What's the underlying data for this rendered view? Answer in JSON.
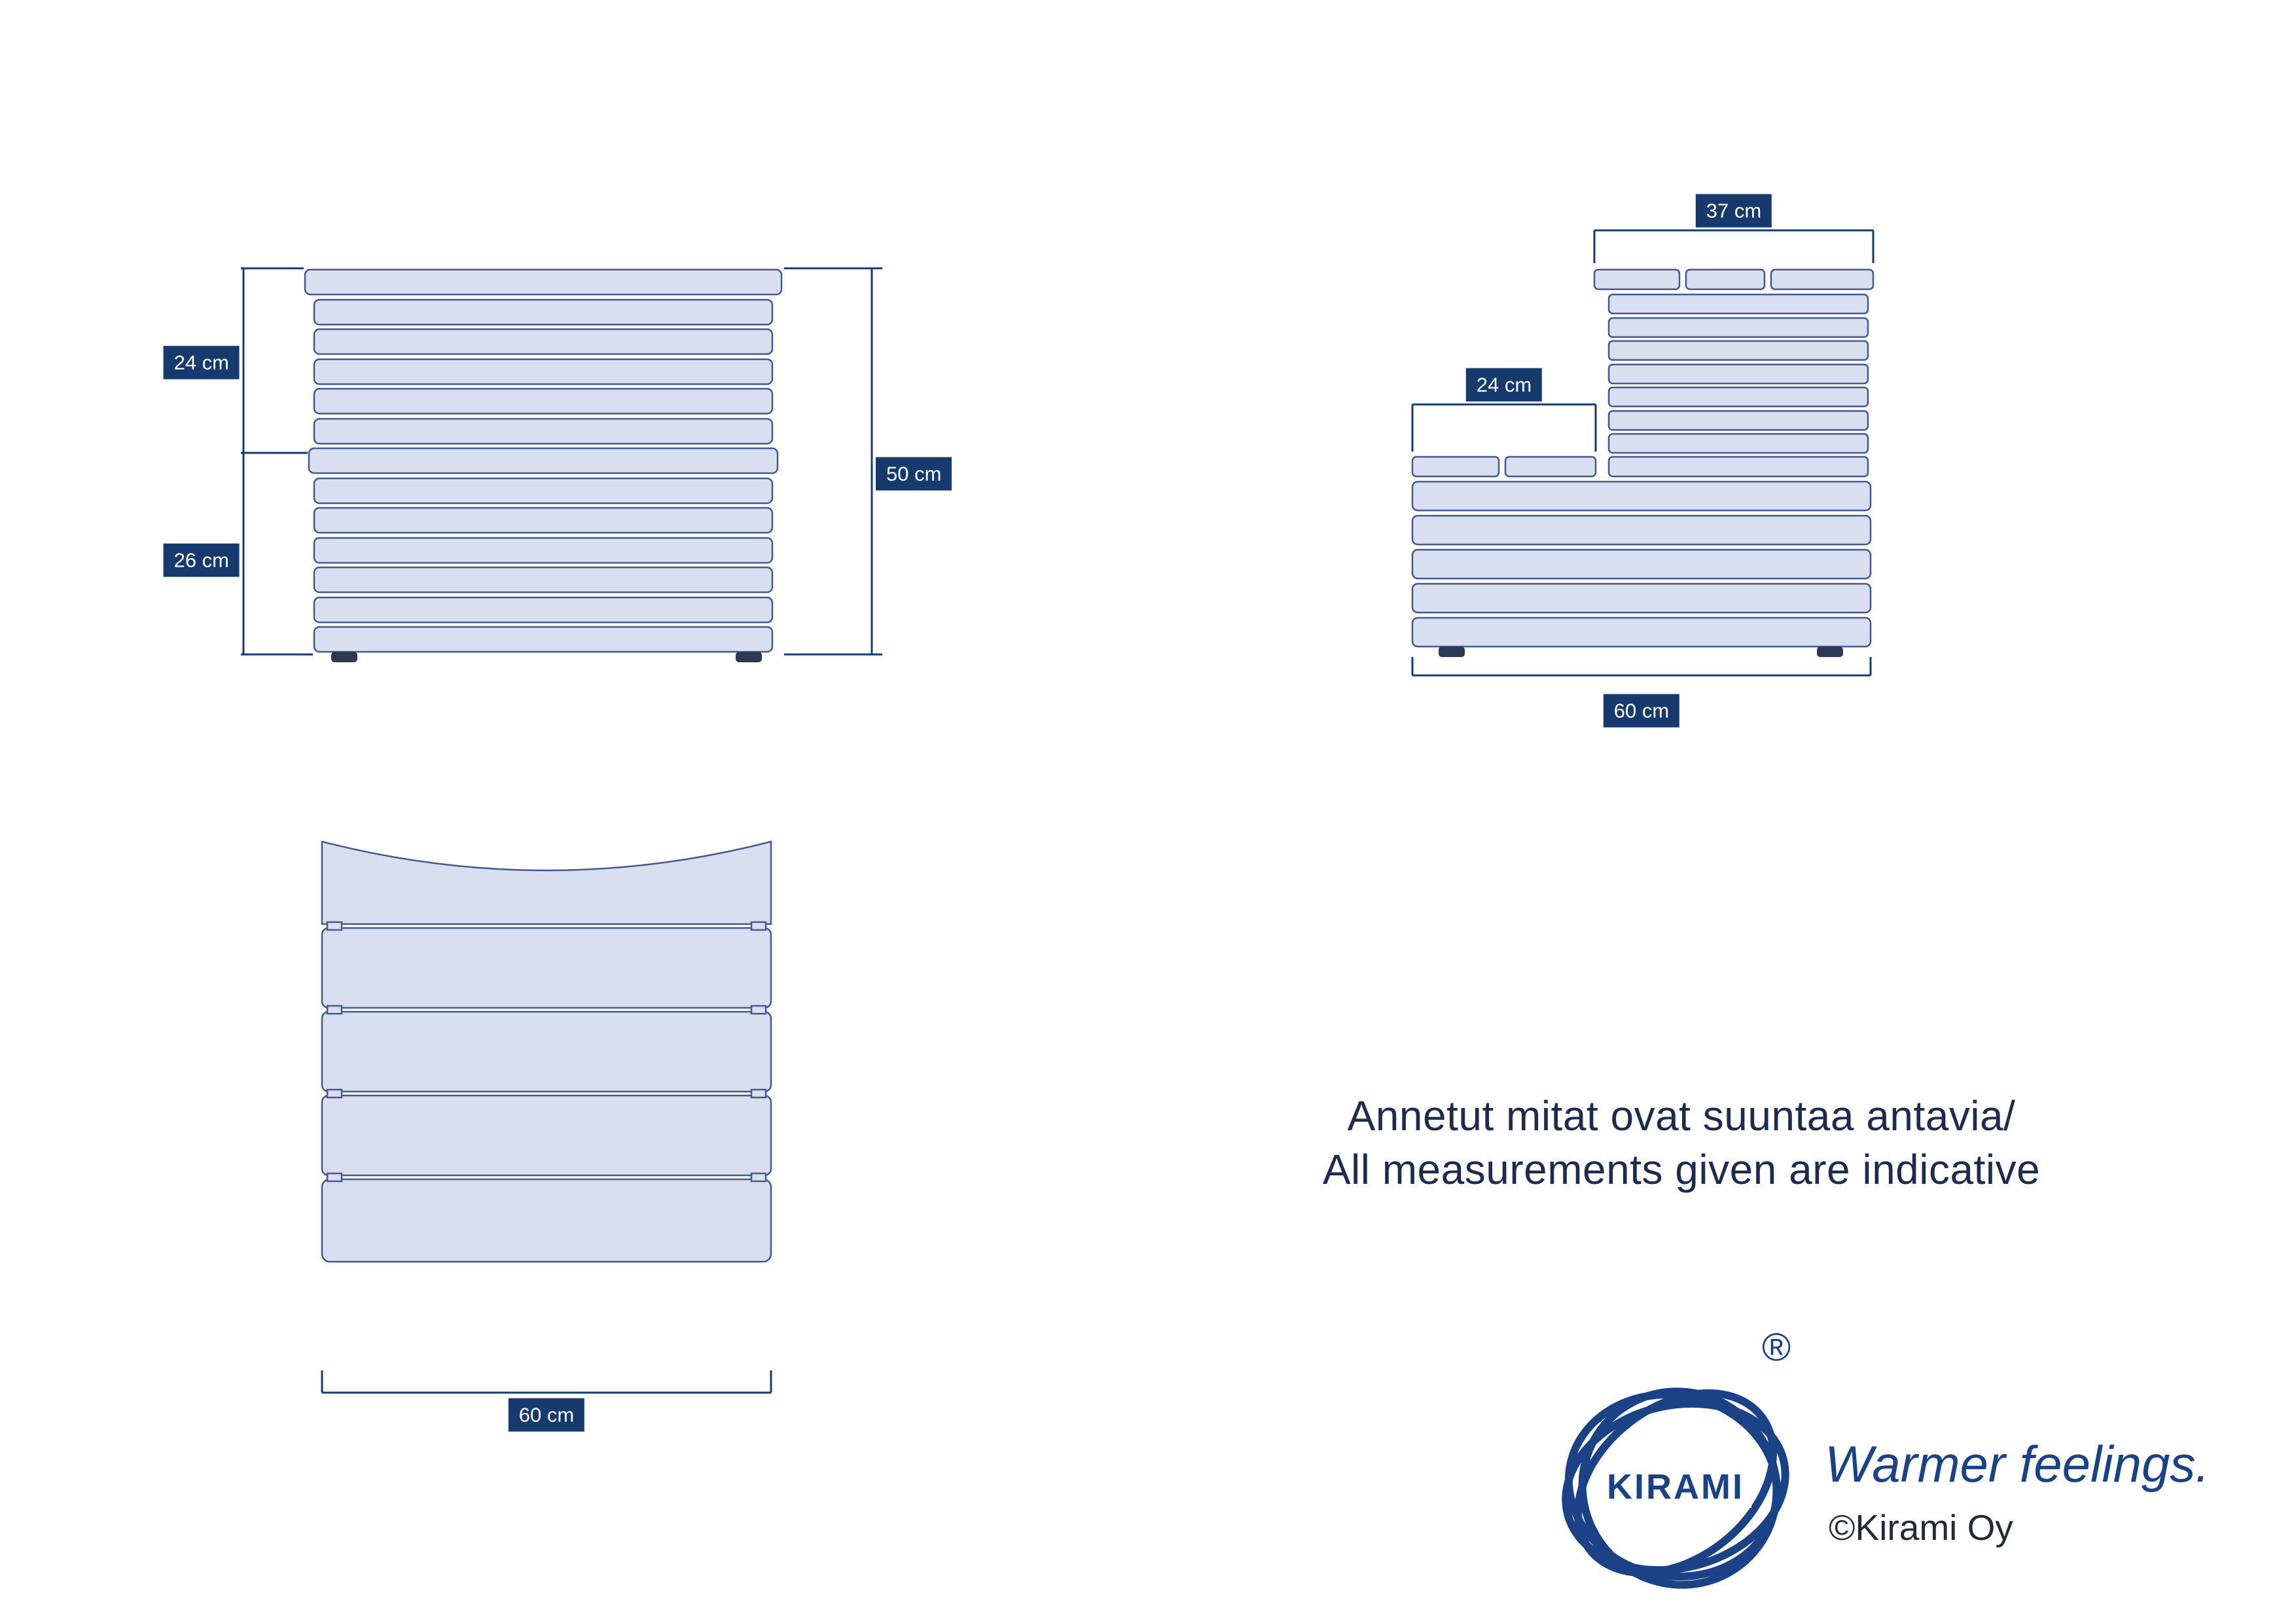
{
  "colors": {
    "navy": "#16396e",
    "brand_blue": "#1b4287",
    "slat_fill": "#d9def1",
    "slat_stroke": "#44598c",
    "note_text": "#1d2b4e"
  },
  "front_view": {
    "upper_height": "24 cm",
    "lower_height": "26 cm",
    "total_height": "50 cm"
  },
  "side_view": {
    "top_width": "37 cm",
    "step_width": "24 cm",
    "total_width": "60 cm"
  },
  "top_view": {
    "width": "60 cm"
  },
  "note": {
    "line1": "Annetut mitat ovat suuntaa antavia/",
    "line2": "All measurements given are indicative"
  },
  "branding": {
    "logo_text": "KIRAMI",
    "registered_mark": "®",
    "tagline": "Warmer feelings.",
    "copyright": "©Kirami Oy"
  }
}
